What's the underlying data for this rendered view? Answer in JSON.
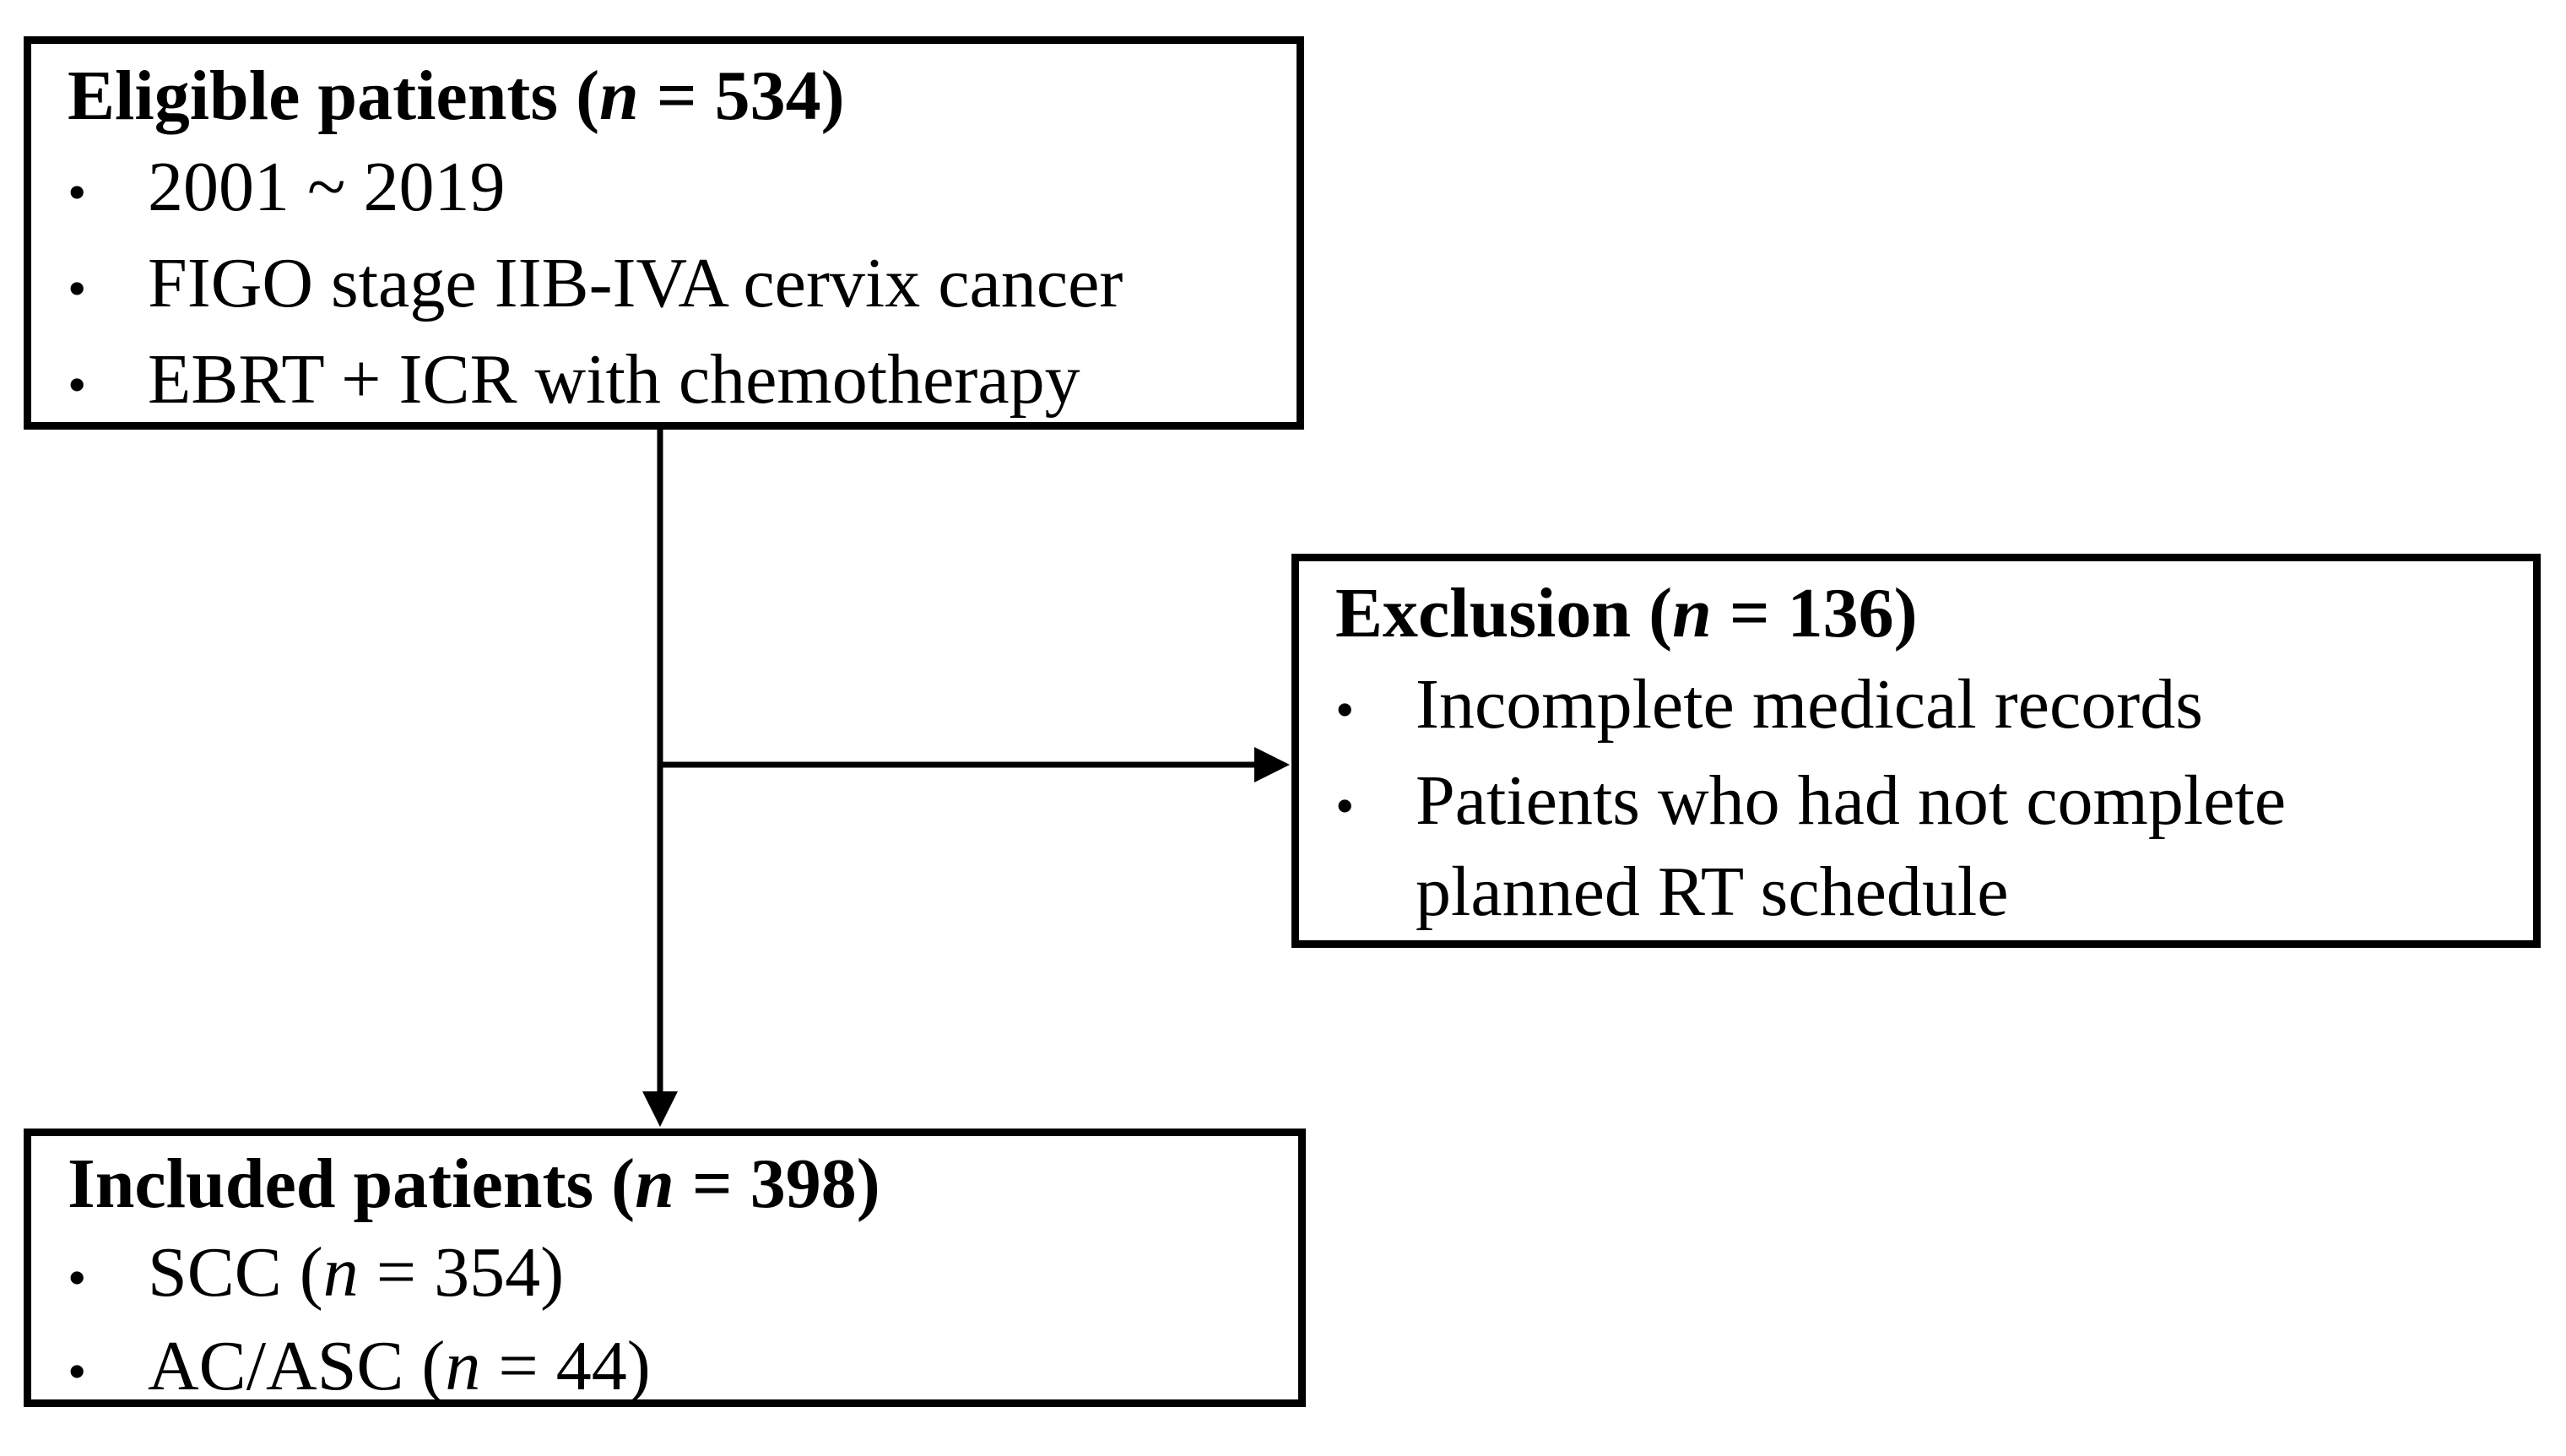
{
  "page": {
    "background": "#ffffff"
  },
  "colors": {
    "box_border": "#000000",
    "text": "#000000",
    "arrow": "#000000"
  },
  "bullet_char": "•",
  "boxes": {
    "eligible": {
      "title": {
        "pre": "Eligible patients (",
        "n": "n",
        "post": " = 534)"
      },
      "bullets": [
        {
          "pre": "2001 ~ 2019",
          "n": "",
          "post": ""
        },
        {
          "pre": "FIGO stage IIB-IVA cervix cancer",
          "n": "",
          "post": ""
        },
        {
          "pre": "EBRT + ICR with chemotherapy",
          "n": "",
          "post": ""
        }
      ]
    },
    "exclusion": {
      "title": {
        "pre": "Exclusion (",
        "n": "n",
        "post": " = 136)"
      },
      "bullets": [
        {
          "pre": "Incomplete medical records",
          "n": "",
          "post": ""
        },
        {
          "pre": "Patients who had not complete planned RT schedule",
          "n": "",
          "post": ""
        }
      ]
    },
    "included": {
      "title": {
        "pre": "Included patients (",
        "n": "n",
        "post": " = 398)"
      },
      "bullets": [
        {
          "pre": "SCC (",
          "n": "n",
          "post": " = 354)"
        },
        {
          "pre": "AC/ASC (",
          "n": "n",
          "post": " = 44)"
        }
      ]
    }
  }
}
